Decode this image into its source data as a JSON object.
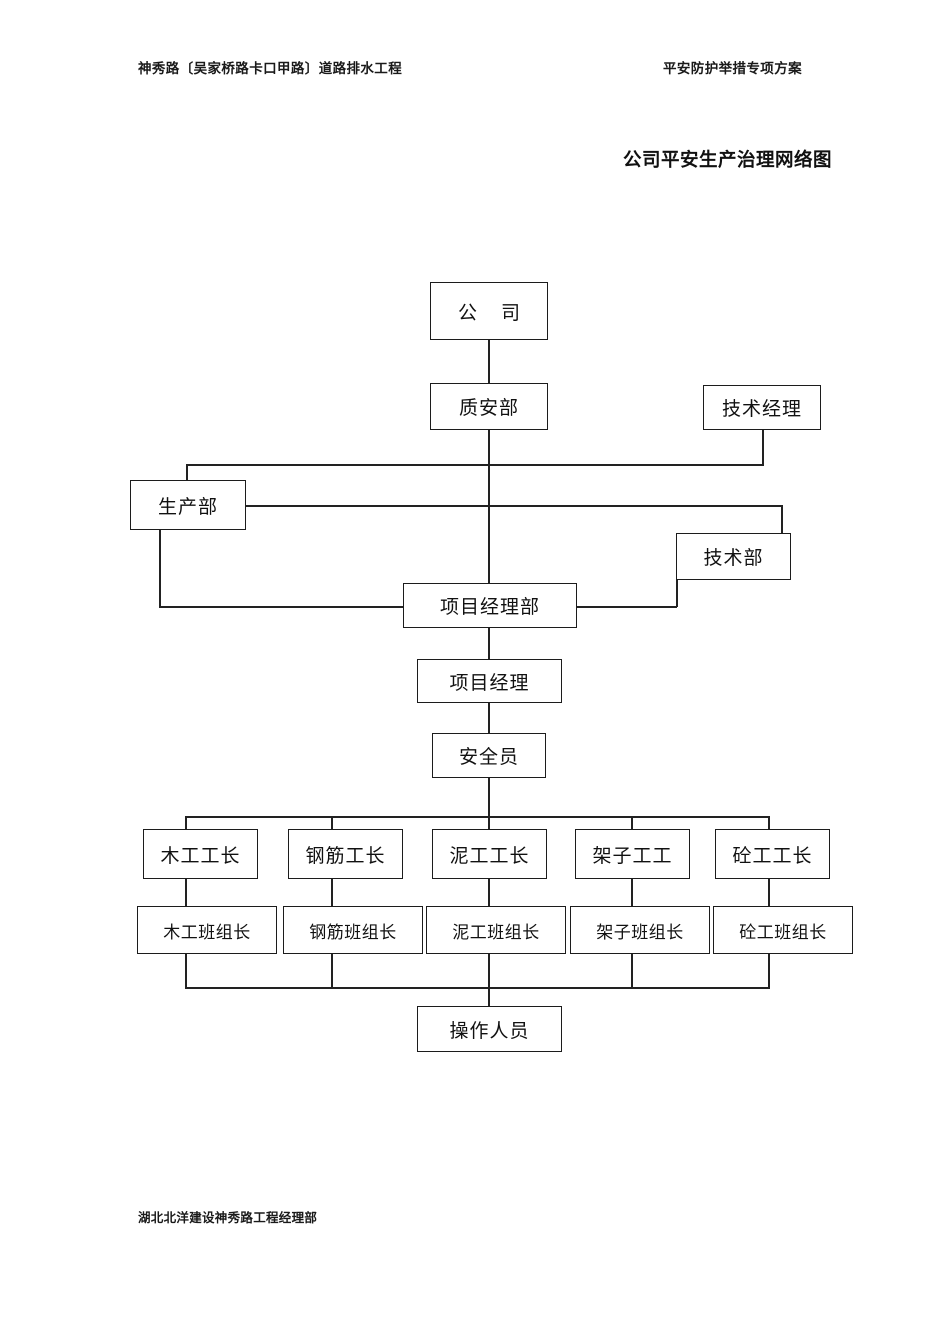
{
  "header": {
    "left": "神秀路〔吴家桥路卡口甲路〕道路排水工程",
    "right": "平安防护举措专项方案"
  },
  "title": "公司平安生产治理网络图",
  "footer": "湖北北洋建设神秀路工程经理部",
  "chart_data": {
    "type": "diagram",
    "title": "公司平安生产治理网络图",
    "diagram_kind": "organization-chart",
    "nodes": [
      {
        "id": "company",
        "label": "公  司",
        "level": 0
      },
      {
        "id": "quality-safety",
        "label": "质安部",
        "level": 1
      },
      {
        "id": "tech-manager",
        "label": "技术经理",
        "level": 1
      },
      {
        "id": "production",
        "label": "生产部",
        "level": 2
      },
      {
        "id": "tech-dept",
        "label": "技术部",
        "level": 2
      },
      {
        "id": "pm-dept",
        "label": "项目经理部",
        "level": 3
      },
      {
        "id": "pm",
        "label": "项目经理",
        "level": 4
      },
      {
        "id": "safety-officer",
        "label": "安全员",
        "level": 5
      },
      {
        "id": "foreman-wood",
        "label": "木工工长",
        "level": 6
      },
      {
        "id": "foreman-rebar",
        "label": "钢筋工长",
        "level": 6
      },
      {
        "id": "foreman-mason",
        "label": "泥工工长",
        "level": 6
      },
      {
        "id": "foreman-scaff",
        "label": "架子工工",
        "level": 6
      },
      {
        "id": "foreman-conc",
        "label": "砼工工长",
        "level": 6
      },
      {
        "id": "leader-wood",
        "label": "木工班组长",
        "level": 7
      },
      {
        "id": "leader-rebar",
        "label": "钢筋班组长",
        "level": 7
      },
      {
        "id": "leader-mason",
        "label": "泥工班组长",
        "level": 7
      },
      {
        "id": "leader-scaff",
        "label": "架子班组长",
        "level": 7
      },
      {
        "id": "leader-conc",
        "label": "砼工班组长",
        "level": 7
      },
      {
        "id": "operators",
        "label": "操作人员",
        "level": 8
      }
    ],
    "edges": [
      {
        "from": "company",
        "to": "quality-safety"
      },
      {
        "from": "quality-safety",
        "to": "production"
      },
      {
        "from": "tech-manager",
        "to": "production"
      },
      {
        "from": "production",
        "to": "tech-dept"
      },
      {
        "from": "tech-dept",
        "to": "pm-dept"
      },
      {
        "from": "quality-safety",
        "to": "pm-dept"
      },
      {
        "from": "pm-dept",
        "to": "pm"
      },
      {
        "from": "pm",
        "to": "safety-officer"
      },
      {
        "from": "safety-officer",
        "to": "foreman-wood"
      },
      {
        "from": "safety-officer",
        "to": "foreman-rebar"
      },
      {
        "from": "safety-officer",
        "to": "foreman-mason"
      },
      {
        "from": "safety-officer",
        "to": "foreman-scaff"
      },
      {
        "from": "safety-officer",
        "to": "foreman-conc"
      },
      {
        "from": "foreman-wood",
        "to": "leader-wood"
      },
      {
        "from": "foreman-rebar",
        "to": "leader-rebar"
      },
      {
        "from": "foreman-mason",
        "to": "leader-mason"
      },
      {
        "from": "foreman-scaff",
        "to": "leader-scaff"
      },
      {
        "from": "foreman-conc",
        "to": "leader-conc"
      },
      {
        "from": "leader-wood",
        "to": "operators"
      },
      {
        "from": "leader-rebar",
        "to": "operators"
      },
      {
        "from": "leader-mason",
        "to": "operators"
      },
      {
        "from": "leader-scaff",
        "to": "operators"
      },
      {
        "from": "leader-conc",
        "to": "operators"
      }
    ]
  },
  "colors": {
    "line": "#222222",
    "border": "#1c1c1c",
    "text": "#111111",
    "background": "#ffffff"
  }
}
